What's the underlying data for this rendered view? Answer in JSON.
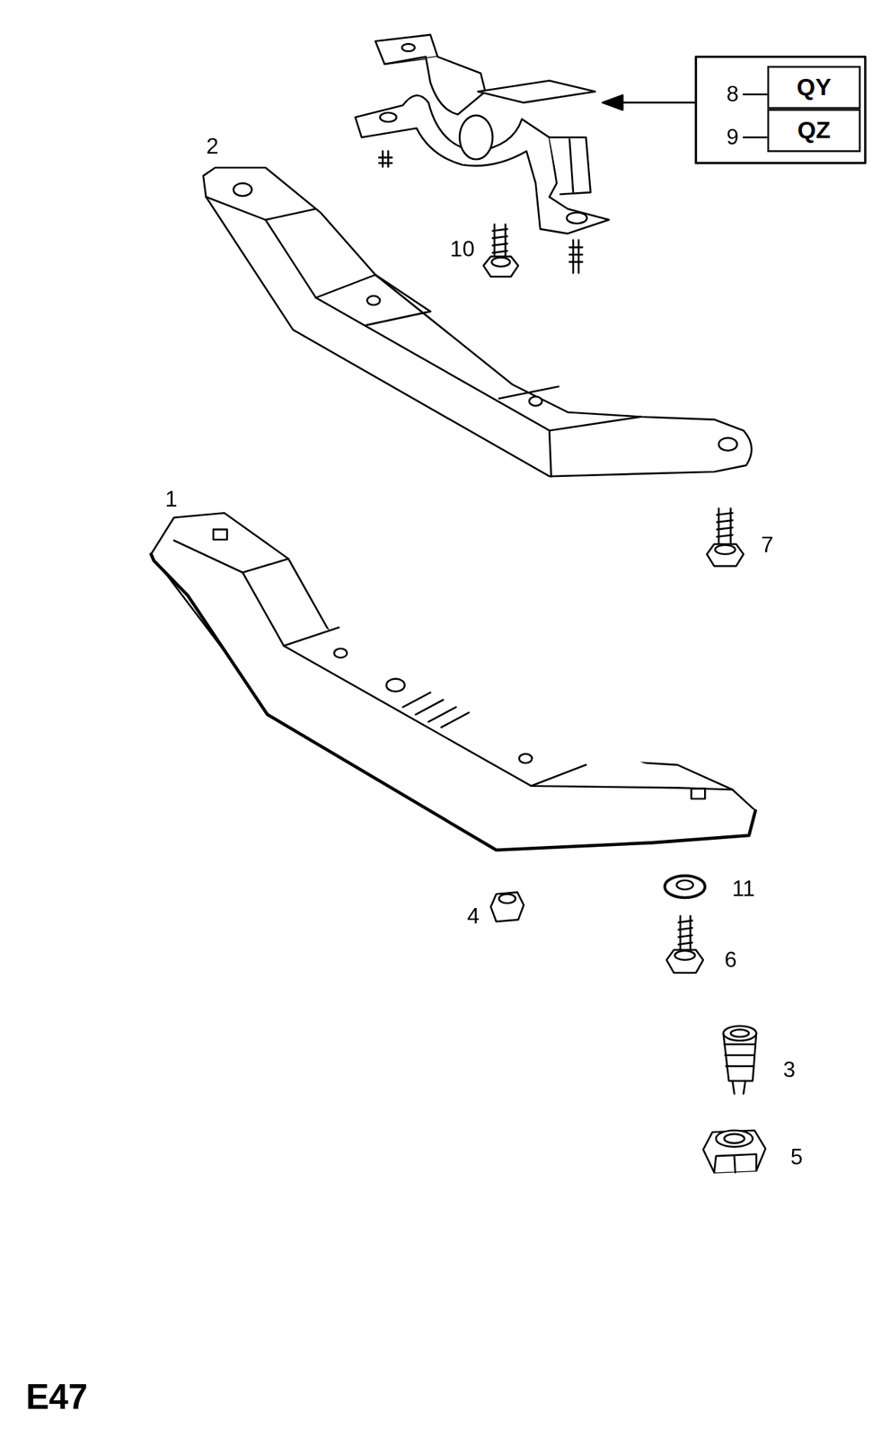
{
  "diagram": {
    "nodes": [
      {
        "text": [
          "QY"
        ]
      },
      {
        "text": [
          "QZ"
        ]
      }
    ],
    "labels": [
      "8",
      "9",
      "2",
      "10",
      "1",
      "7",
      "4",
      "11",
      "6",
      "3",
      "5",
      "E47"
    ]
  }
}
